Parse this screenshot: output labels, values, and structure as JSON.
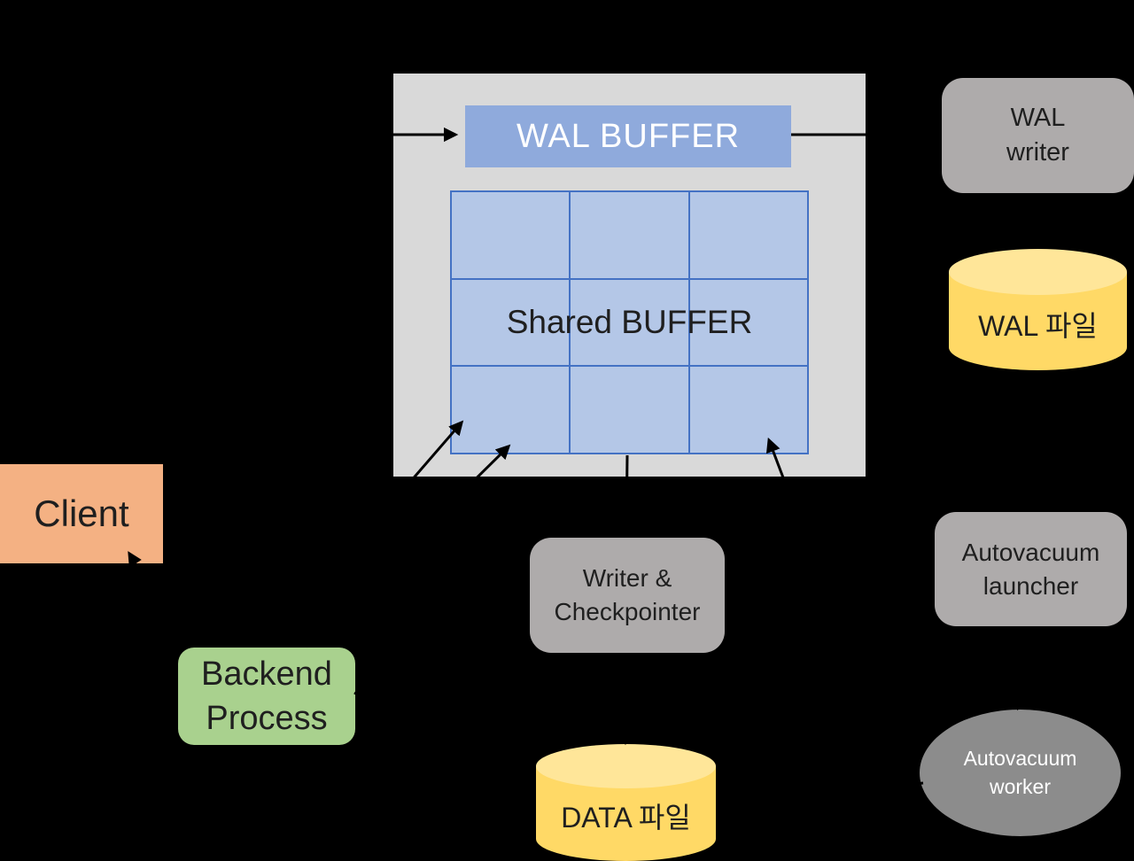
{
  "title": "PostgreSQL process / memory architecture diagram",
  "background": "#000000",
  "colors": {
    "memory_container": "#d9d9d9",
    "wal_buffer": "#8faadc",
    "shared_buffer_cell": "#b4c7e7",
    "shared_buffer_border": "#4472c4",
    "client": "#f4b183",
    "backend_process": "#a9d18e",
    "gray_process": "#aeabab",
    "autovacuum_worker": "#8c8c8c",
    "file_cylinder": "#ffd966",
    "file_cylinder_top": "#ffe699",
    "arrow": "#000000",
    "text_dark": "#1f1f1f",
    "text_light": "#ffffff"
  },
  "nodes": {
    "wal_buffer": {
      "label": "WAL BUFFER"
    },
    "shared_buffer": {
      "label": "Shared BUFFER",
      "grid": "3x3 cells"
    },
    "client": {
      "label": "Client"
    },
    "backend_process": {
      "line1": "Backend",
      "line2": "Process"
    },
    "writer_checkpointer": {
      "line1": "Writer &",
      "line2": "Checkpointer"
    },
    "wal_writer": {
      "line1": "WAL",
      "line2": "writer"
    },
    "wal_file": {
      "label": "WAL 파일"
    },
    "data_file": {
      "label": "DATA 파일"
    },
    "autovacuum_launcher": {
      "line1": "Autovacuum",
      "line2": "launcher"
    },
    "autovacuum_worker": {
      "line1": "Autovacuum",
      "line2": "worker"
    }
  },
  "edges": [
    {
      "from": "left",
      "to": "wal_buffer"
    },
    {
      "from": "wal_buffer",
      "to": "wal_writer"
    },
    {
      "from": "above",
      "to": "memory_container"
    },
    {
      "from": "wal_writer",
      "to": "wal_file"
    },
    {
      "from": "backend_process",
      "to": "shared_buffer",
      "note": "two arrows into bottom-left cells"
    },
    {
      "from": "right_below",
      "to": "shared_buffer",
      "note": "arrow into bottom-right cell"
    },
    {
      "from": "shared_buffer",
      "to": "writer_checkpointer"
    },
    {
      "from": "writer_checkpointer",
      "to": "data_file"
    },
    {
      "from": "backend_process",
      "to": "data_file"
    },
    {
      "from": "autovacuum_worker",
      "to": "data_file"
    },
    {
      "from": "backend_process",
      "to": "client"
    },
    {
      "from": "client",
      "to": "backend_process"
    },
    {
      "from": "autovacuum_launcher",
      "to": "autovacuum_worker"
    }
  ]
}
